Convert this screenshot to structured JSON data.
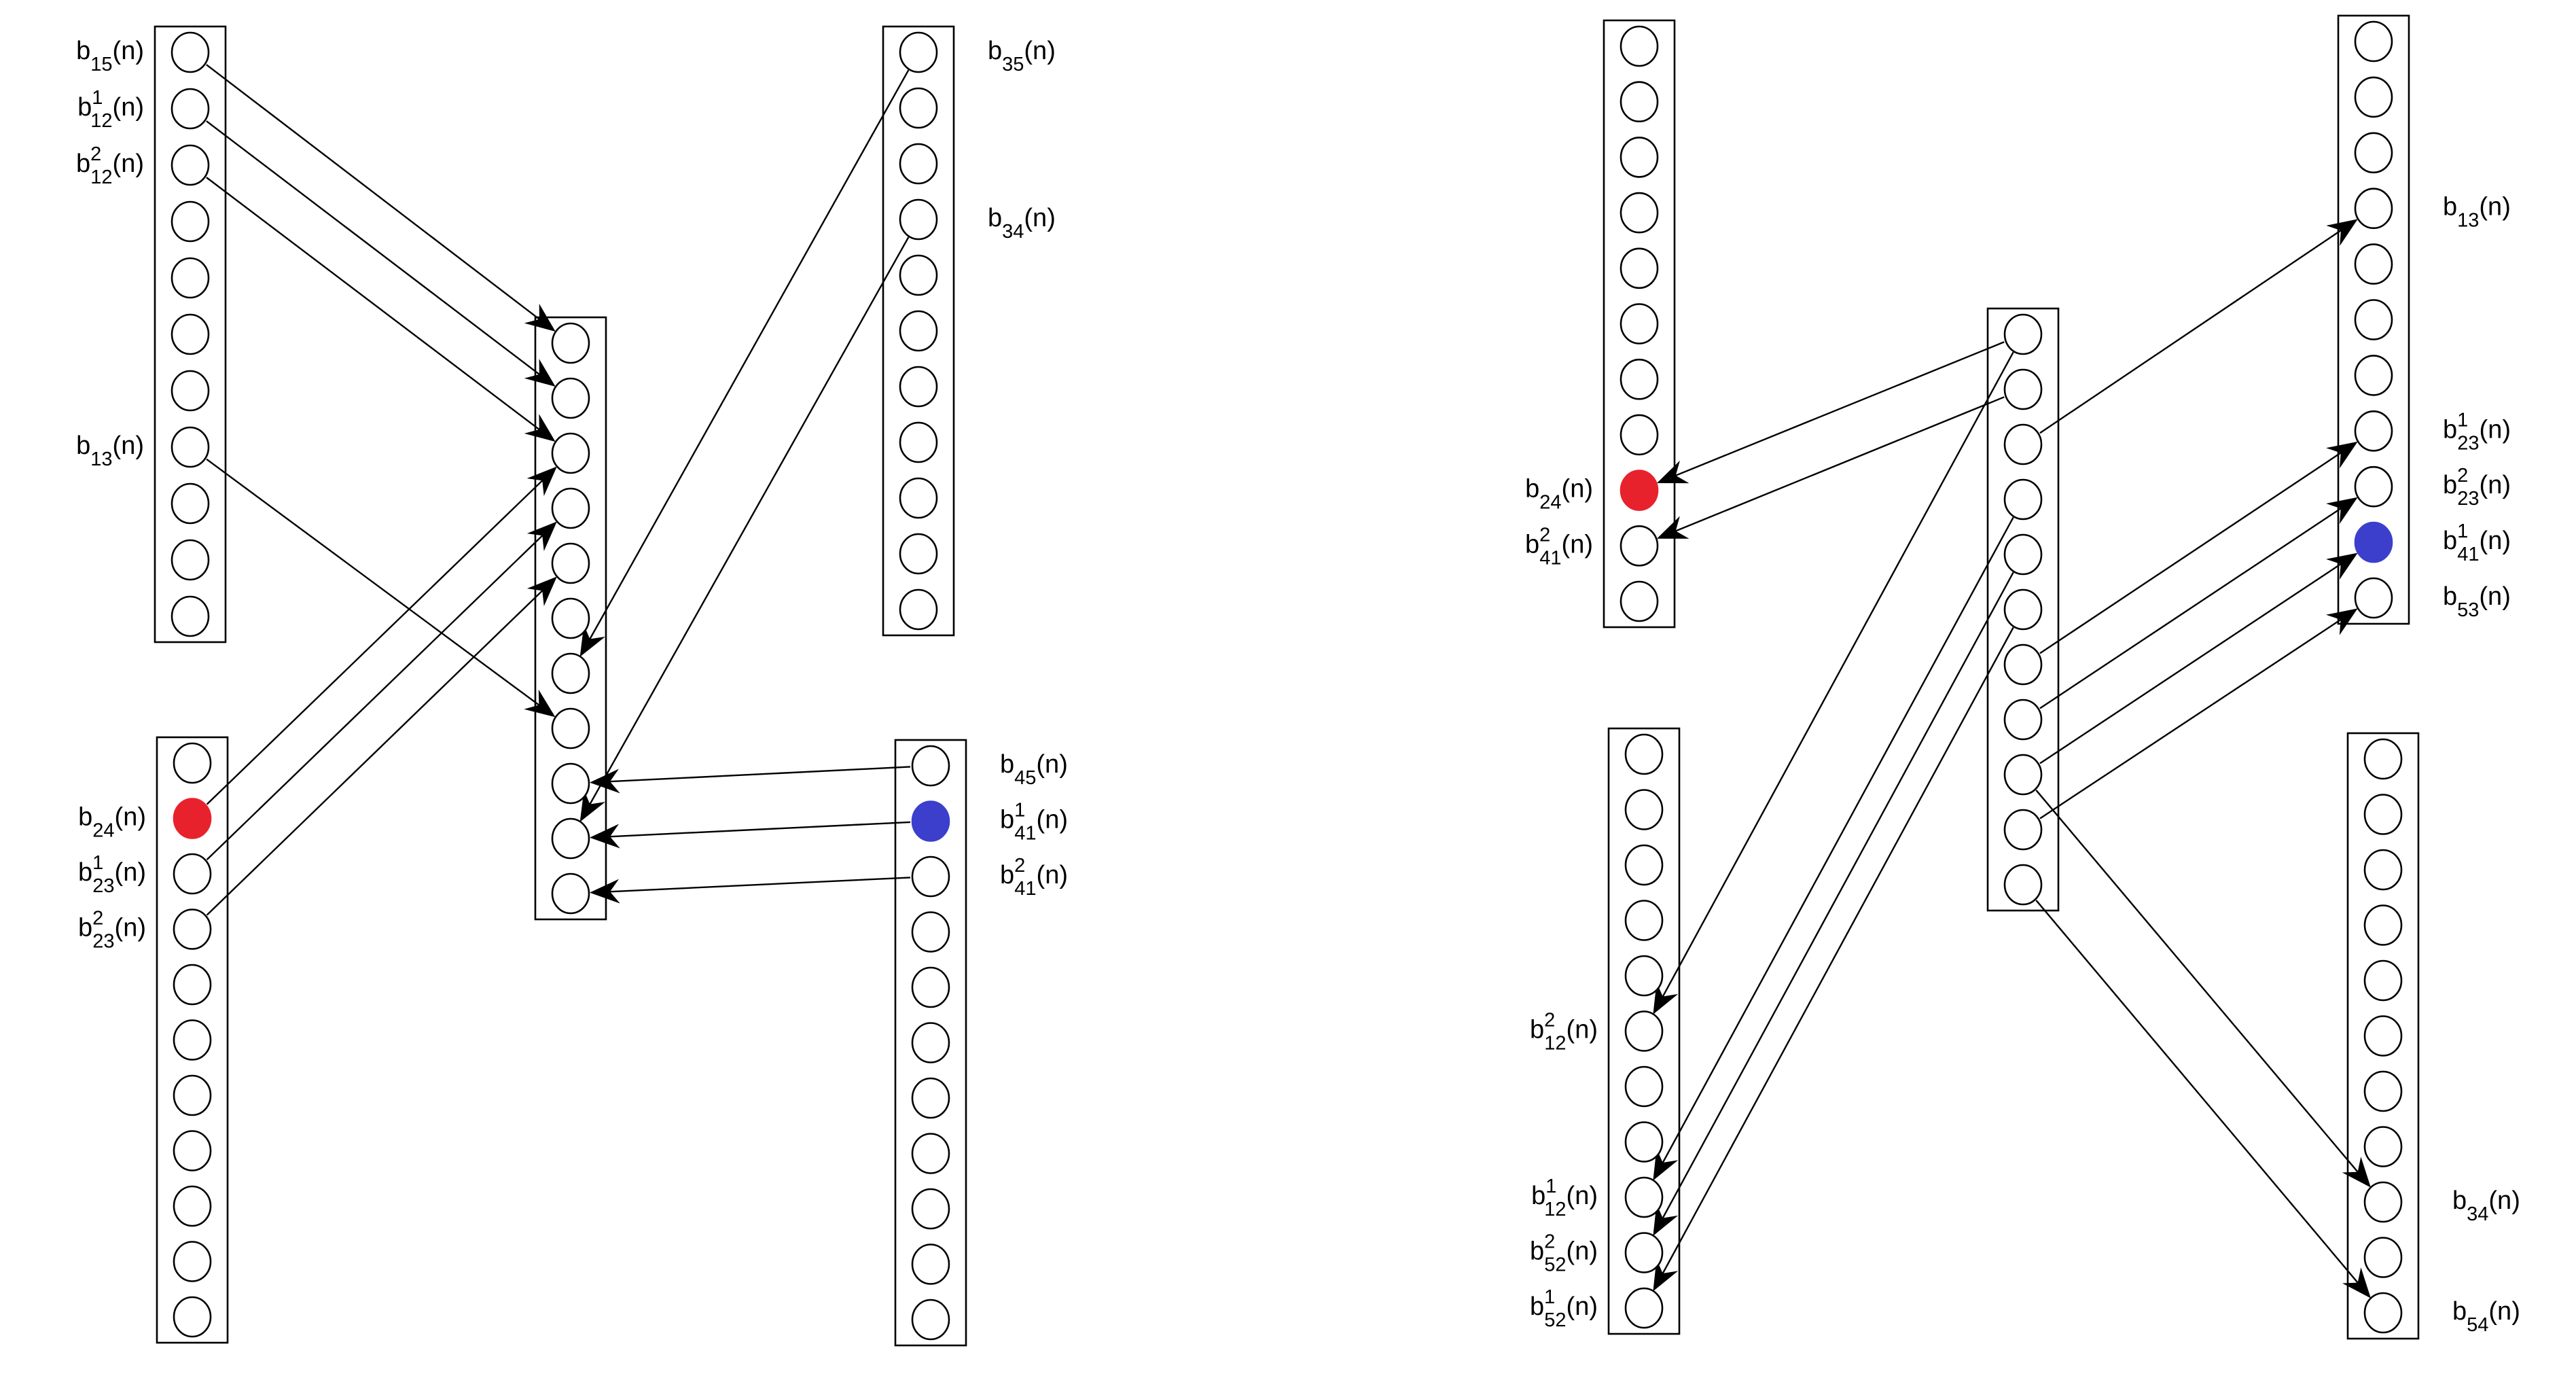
{
  "colors": {
    "stroke": "#000000",
    "red_fill": "#e8222c",
    "blue_fill": "#3b3fcc",
    "background": "#ffffff"
  },
  "panels": [
    {
      "id": "left",
      "columns": [
        {
          "id": "L1",
          "nodes": 11,
          "labels": [
            {
              "node": 0,
              "base": "b",
              "sub": "15",
              "sup": "",
              "suffix": "(n)",
              "side": "left"
            },
            {
              "node": 1,
              "base": "b",
              "sub": "12",
              "sup": "1",
              "suffix": "(n)",
              "side": "left"
            },
            {
              "node": 2,
              "base": "b",
              "sub": "12",
              "sup": "2",
              "suffix": "(n)",
              "side": "left"
            },
            {
              "node": 7,
              "base": "b",
              "sub": "13",
              "sup": "",
              "suffix": "(n)",
              "side": "left"
            }
          ]
        },
        {
          "id": "L2",
          "nodes": 11,
          "fills": [
            {
              "node": 1,
              "color": "red"
            }
          ],
          "labels": [
            {
              "node": 1,
              "base": "b",
              "sub": "24",
              "sup": "",
              "suffix": "(n)",
              "side": "left"
            },
            {
              "node": 2,
              "base": "b",
              "sub": "23",
              "sup": "1",
              "suffix": "(n)",
              "side": "left"
            },
            {
              "node": 3,
              "base": "b",
              "sub": "23",
              "sup": "2",
              "suffix": "(n)",
              "side": "left"
            }
          ]
        },
        {
          "id": "LC",
          "nodes": 11,
          "labels": []
        },
        {
          "id": "L3",
          "nodes": 11,
          "labels": [
            {
              "node": 0,
              "base": "b",
              "sub": "35",
              "sup": "",
              "suffix": "(n)",
              "side": "right"
            },
            {
              "node": 3,
              "base": "b",
              "sub": "34",
              "sup": "",
              "suffix": "(n)",
              "side": "right"
            }
          ]
        },
        {
          "id": "L4",
          "nodes": 11,
          "fills": [
            {
              "node": 1,
              "color": "blue"
            }
          ],
          "labels": [
            {
              "node": 0,
              "base": "b",
              "sub": "45",
              "sup": "",
              "suffix": "(n)",
              "side": "right"
            },
            {
              "node": 1,
              "base": "b",
              "sub": "41",
              "sup": "1",
              "suffix": "(n)",
              "side": "right"
            },
            {
              "node": 2,
              "base": "b",
              "sub": "41",
              "sup": "2",
              "suffix": "(n)",
              "side": "right"
            }
          ]
        }
      ],
      "arrows": [
        {
          "from": [
            "L1",
            0
          ],
          "to": [
            "LC",
            0
          ]
        },
        {
          "from": [
            "L1",
            1
          ],
          "to": [
            "LC",
            1
          ]
        },
        {
          "from": [
            "L1",
            2
          ],
          "to": [
            "LC",
            2
          ]
        },
        {
          "from": [
            "L1",
            7
          ],
          "to": [
            "LC",
            7
          ]
        },
        {
          "from": [
            "L2",
            1
          ],
          "to": [
            "LC",
            2
          ]
        },
        {
          "from": [
            "L2",
            2
          ],
          "to": [
            "LC",
            3
          ]
        },
        {
          "from": [
            "L2",
            3
          ],
          "to": [
            "LC",
            4
          ]
        },
        {
          "from": [
            "L3",
            0
          ],
          "to": [
            "LC",
            6
          ]
        },
        {
          "from": [
            "L3",
            3
          ],
          "to": [
            "LC",
            9
          ]
        },
        {
          "from": [
            "L4",
            0
          ],
          "to": [
            "LC",
            8
          ]
        },
        {
          "from": [
            "L4",
            1
          ],
          "to": [
            "LC",
            9
          ]
        },
        {
          "from": [
            "L4",
            2
          ],
          "to": [
            "LC",
            10
          ]
        }
      ]
    },
    {
      "id": "right",
      "columns": [
        {
          "id": "R1",
          "nodes": 11,
          "fills": [
            {
              "node": 8,
              "color": "red"
            }
          ],
          "labels": [
            {
              "node": 8,
              "base": "b",
              "sub": "24",
              "sup": "",
              "suffix": "(n)",
              "side": "left"
            },
            {
              "node": 9,
              "base": "b",
              "sub": "41",
              "sup": "2",
              "suffix": "(n)",
              "side": "left"
            }
          ]
        },
        {
          "id": "R2",
          "nodes": 11,
          "labels": [
            {
              "node": 5,
              "base": "b",
              "sub": "12",
              "sup": "2",
              "suffix": "(n)",
              "side": "left"
            },
            {
              "node": 8,
              "base": "b",
              "sub": "12",
              "sup": "1",
              "suffix": "(n)",
              "side": "left"
            },
            {
              "node": 9,
              "base": "b",
              "sub": "52",
              "sup": "2",
              "suffix": "(n)",
              "side": "left"
            },
            {
              "node": 10,
              "base": "b",
              "sub": "52",
              "sup": "1",
              "suffix": "(n)",
              "side": "left"
            }
          ]
        },
        {
          "id": "RC",
          "nodes": 11,
          "labels": []
        },
        {
          "id": "R3",
          "nodes": 11,
          "fills": [
            {
              "node": 9,
              "color": "blue"
            }
          ],
          "labels": [
            {
              "node": 3,
              "base": "b",
              "sub": "13",
              "sup": "",
              "suffix": "(n)",
              "side": "right"
            },
            {
              "node": 7,
              "base": "b",
              "sub": "23",
              "sup": "1",
              "suffix": "(n)",
              "side": "right"
            },
            {
              "node": 8,
              "base": "b",
              "sub": "23",
              "sup": "2",
              "suffix": "(n)",
              "side": "right"
            },
            {
              "node": 9,
              "base": "b",
              "sub": "41",
              "sup": "1",
              "suffix": "(n)",
              "side": "right"
            },
            {
              "node": 10,
              "base": "b",
              "sub": "53",
              "sup": "",
              "suffix": "(n)",
              "side": "right"
            }
          ]
        },
        {
          "id": "R4",
          "nodes": 11,
          "labels": [
            {
              "node": 8,
              "base": "b",
              "sub": "34",
              "sup": "",
              "suffix": "(n)",
              "side": "right"
            },
            {
              "node": 10,
              "base": "b",
              "sub": "54",
              "sup": "",
              "suffix": "(n)",
              "side": "right"
            }
          ]
        }
      ],
      "arrows": [
        {
          "from": [
            "RC",
            0
          ],
          "to": [
            "R1",
            8
          ]
        },
        {
          "from": [
            "RC",
            1
          ],
          "to": [
            "R1",
            9
          ]
        },
        {
          "from": [
            "RC",
            0
          ],
          "to": [
            "R2",
            5
          ]
        },
        {
          "from": [
            "RC",
            3
          ],
          "to": [
            "R2",
            8
          ]
        },
        {
          "from": [
            "RC",
            4
          ],
          "to": [
            "R2",
            9
          ]
        },
        {
          "from": [
            "RC",
            5
          ],
          "to": [
            "R2",
            10
          ]
        },
        {
          "from": [
            "RC",
            2
          ],
          "to": [
            "R3",
            3
          ]
        },
        {
          "from": [
            "RC",
            6
          ],
          "to": [
            "R3",
            7
          ]
        },
        {
          "from": [
            "RC",
            7
          ],
          "to": [
            "R3",
            8
          ]
        },
        {
          "from": [
            "RC",
            8
          ],
          "to": [
            "R3",
            9
          ]
        },
        {
          "from": [
            "RC",
            9
          ],
          "to": [
            "R3",
            10
          ]
        },
        {
          "from": [
            "RC",
            8
          ],
          "to": [
            "R4",
            8
          ]
        },
        {
          "from": [
            "RC",
            10
          ],
          "to": [
            "R4",
            10
          ]
        }
      ]
    }
  ]
}
